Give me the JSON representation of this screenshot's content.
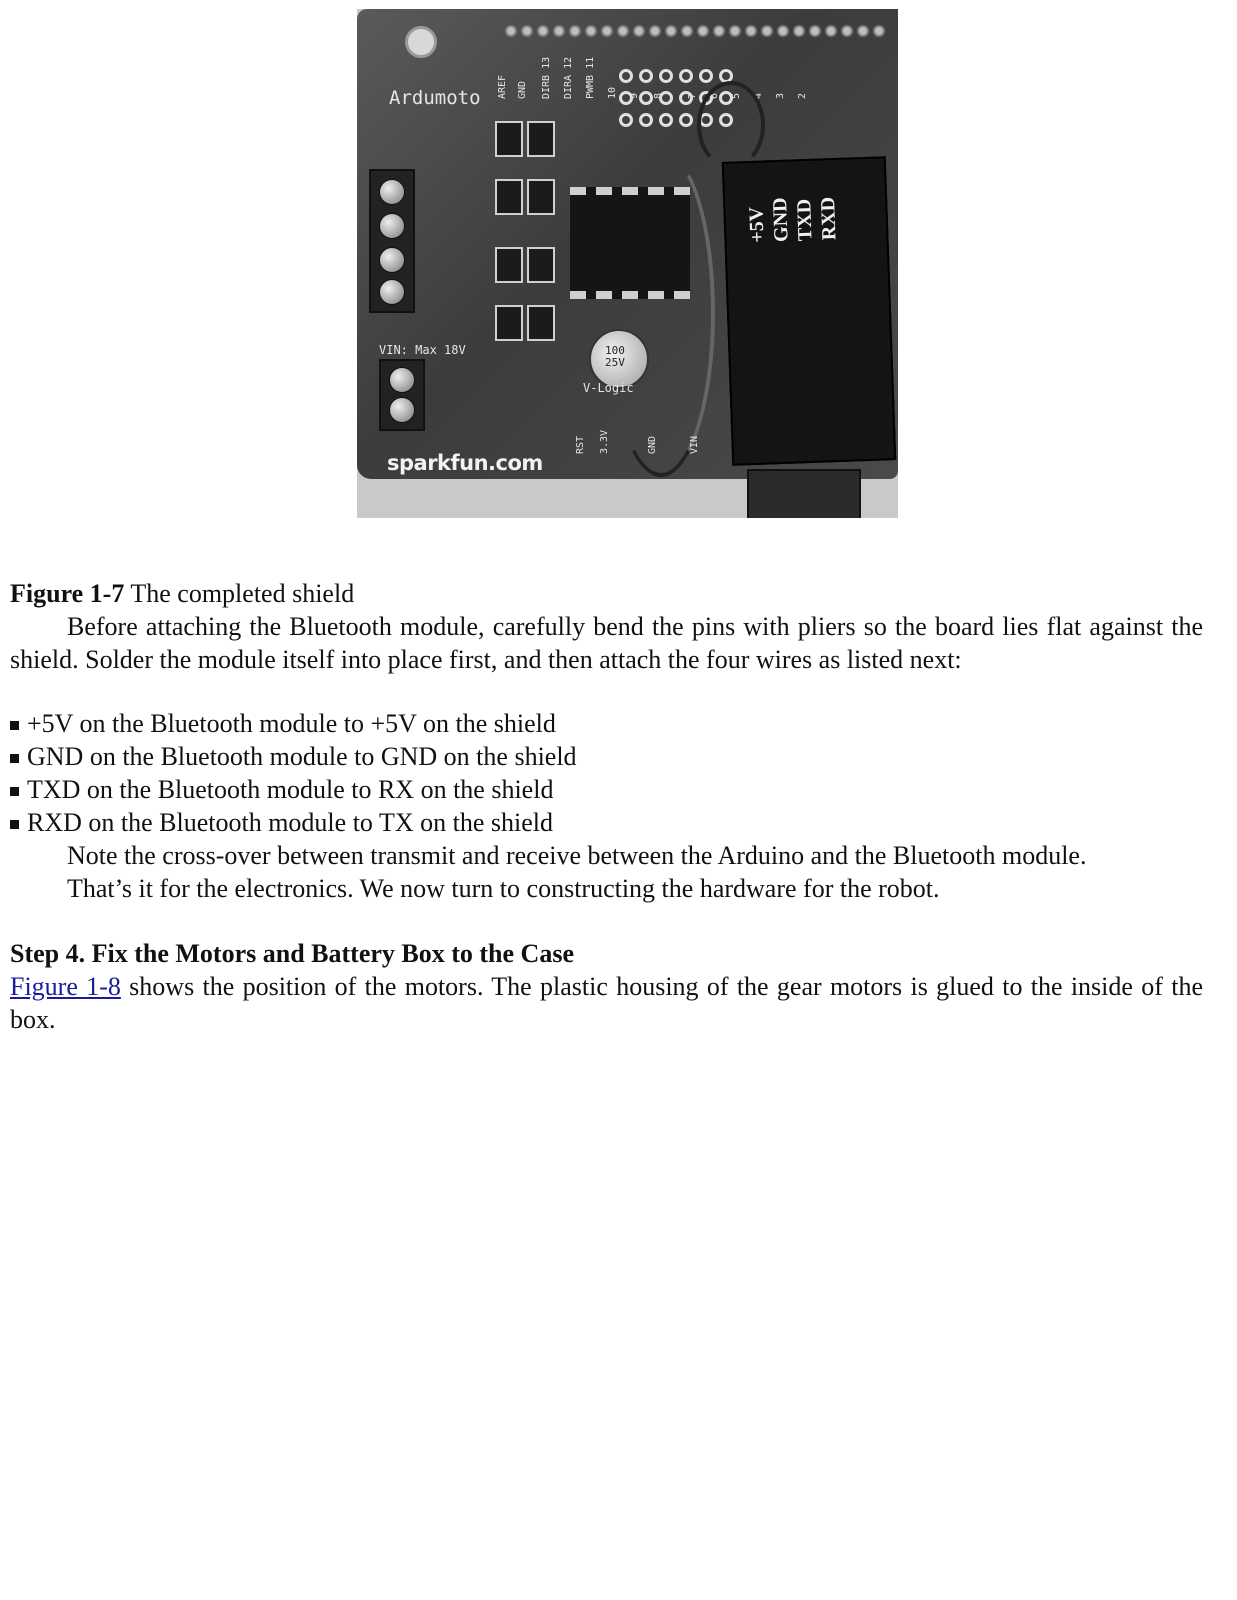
{
  "figure": {
    "board_brand": "Ardumoto",
    "board_logo": "sparkfun.com",
    "vin_label": "VIN: Max 18V",
    "vlogic_label": "V-Logic",
    "header_labels": [
      "AREF",
      "GND",
      "DIRB 13",
      "DIRA 12",
      "PWMB 11",
      "10",
      "9",
      "8",
      "7",
      "6",
      "5",
      "4",
      "3",
      "2"
    ],
    "bottom_labels": [
      "RST",
      "3.3V",
      "GND",
      "VIN"
    ],
    "module_labels": [
      "+5V",
      "GND",
      "TXD",
      "RXD"
    ],
    "capacitor_label": "100 25V"
  },
  "caption": {
    "number": "Figure 1-7",
    "text": " The completed shield"
  },
  "paragraphs": {
    "p1": "Before attaching the Bluetooth module, carefully bend the pins with pliers so the board lies flat against the shield. Solder the module itself into place first, and then attach the four wires as listed next:",
    "p2": "Note the cross-over between transmit and receive between the Arduino and the Bluetooth module.",
    "p3": "That’s it for the electronics. We now turn to constructing the hardware for the robot."
  },
  "bullets": [
    "+5V on the Bluetooth module to +5V on the shield",
    "GND on the Bluetooth module to GND on the shield",
    "TXD on the Bluetooth module to RX on the shield",
    "RXD on the Bluetooth module to TX on the shield"
  ],
  "step": {
    "heading": "Step 4. Fix the Motors and Battery Box to the Case",
    "link_text": "Figure 1-8",
    "body": " shows the position of the motors. The plastic housing of the gear motors is glued to the inside of the box."
  }
}
